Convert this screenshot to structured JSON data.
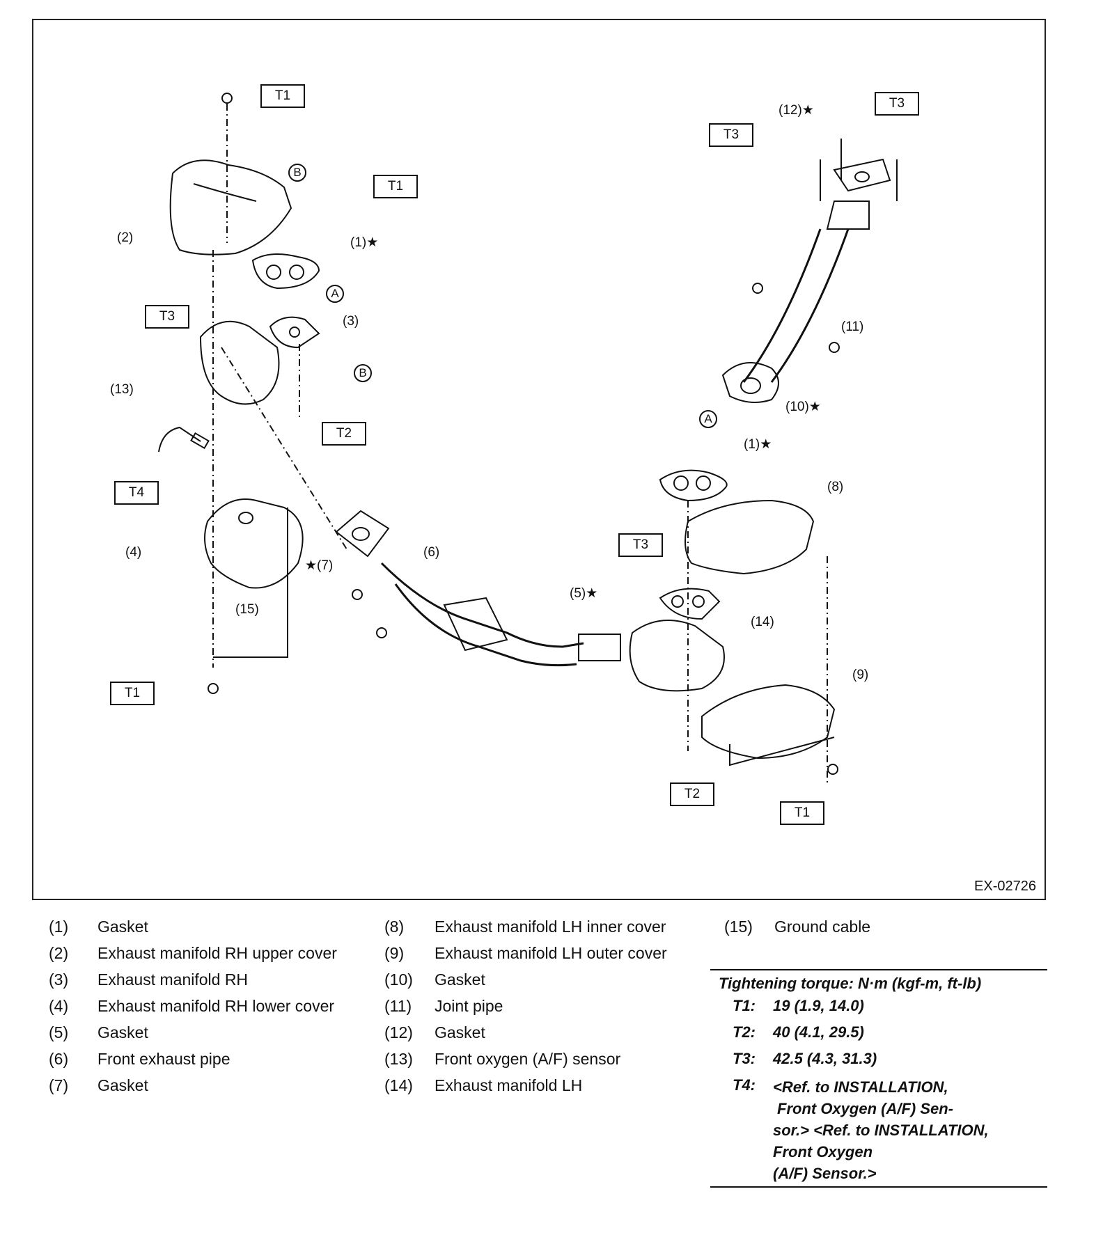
{
  "figure_code": "EX-02726",
  "torque_boxes": {
    "t1_a": "T1",
    "t1_b": "T1",
    "t1_c": "T1",
    "t1_d": "T1",
    "t2_a": "T2",
    "t2_b": "T2",
    "t3_a": "T3",
    "t3_b": "T3",
    "t3_c": "T3",
    "t3_d": "T3",
    "t4_a": "T4"
  },
  "callouts": {
    "c1_top": "(1)★",
    "c1_right": "(1)★",
    "c2": "(2)",
    "c3": "(3)",
    "c4": "(4)",
    "c5": "(5)★",
    "c6": "(6)",
    "c7": "★(7)",
    "c8": "(8)",
    "c9": "(9)",
    "c10": "(10)★",
    "c11": "(11)",
    "c12": "(12)★",
    "c13": "(13)",
    "c14": "(14)",
    "c15": "(15)"
  },
  "markers": {
    "a1": "A",
    "a2": "A",
    "b1": "B",
    "b2": "B"
  },
  "legend": {
    "col1": [
      {
        "num": "(1)",
        "label": "Gasket"
      },
      {
        "num": "(2)",
        "label": "Exhaust manifold RH upper cover"
      },
      {
        "num": "(3)",
        "label": "Exhaust manifold RH"
      },
      {
        "num": "(4)",
        "label": "Exhaust manifold RH lower cover"
      },
      {
        "num": "(5)",
        "label": "Gasket"
      },
      {
        "num": "(6)",
        "label": "Front exhaust pipe"
      },
      {
        "num": "(7)",
        "label": "Gasket"
      }
    ],
    "col2": [
      {
        "num": "(8)",
        "label": "Exhaust manifold LH inner cover"
      },
      {
        "num": "(9)",
        "label": "Exhaust manifold LH outer cover"
      },
      {
        "num": "(10)",
        "label": "Gasket"
      },
      {
        "num": "(11)",
        "label": "Joint pipe"
      },
      {
        "num": "(12)",
        "label": "Gasket"
      },
      {
        "num": "(13)",
        "label": "Front oxygen (A/F) sensor"
      },
      {
        "num": "(14)",
        "label": "Exhaust manifold LH"
      }
    ],
    "col3": [
      {
        "num": "(15)",
        "label": "Ground cable"
      }
    ]
  },
  "torque_table": {
    "heading": "Tightening torque: N·m (kgf-m, ft-lb)",
    "rows": [
      {
        "key": "T1:",
        "value": "19 (1.9, 14.0)"
      },
      {
        "key": "T2:",
        "value": "40 (4.1, 29.5)"
      },
      {
        "key": "T3:",
        "value": "42.5 (4.3, 31.3)"
      }
    ],
    "t4_key": "T4:",
    "t4_lines": [
      "<Ref. to INSTALLATION,",
      "Front Oxygen (A/F) Sen-",
      "sor.> <Ref. to INSTALLATION,",
      "Front Oxygen",
      "(A/F) Sensor.>"
    ]
  }
}
